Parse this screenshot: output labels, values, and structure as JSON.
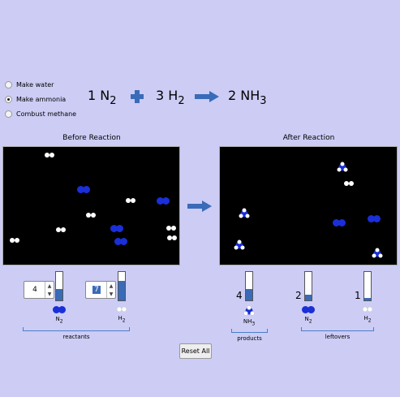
{
  "reactions": [
    {
      "label": "Make water",
      "checked": false
    },
    {
      "label": "Make ammonia",
      "checked": true
    },
    {
      "label": "Combust methane",
      "checked": false
    }
  ],
  "equation": {
    "coef1": "1",
    "mol1": "N",
    "sub1": "2",
    "plus": "+",
    "coef2": "3",
    "mol2": "H",
    "sub2": "2",
    "coef3": "2",
    "mol3": "NH",
    "sub3": "3"
  },
  "before": {
    "title": "Before Reaction",
    "n2_count": "4",
    "h2_count": "7",
    "n2_label": "N",
    "n2_sub": "2",
    "h2_label": "H",
    "h2_sub": "2",
    "bracket_label": "reactants"
  },
  "after": {
    "title": "After Reaction",
    "nh3_count": "4",
    "n2_count": "2",
    "h2_count": "1",
    "nh3_label": "NH",
    "nh3_sub": "3",
    "n2_label": "N",
    "n2_sub": "2",
    "h2_label": "H",
    "h2_sub": "2",
    "products_label": "products",
    "leftovers_label": "leftovers"
  },
  "levels": {
    "before_n2": 0.4,
    "before_h2": 0.7,
    "after_nh3": 0.4,
    "after_n2": 0.2,
    "after_h2": 0.1
  },
  "reset_label": "Reset All",
  "colors": {
    "background": "#ccccf5",
    "bar_fill": "#3a6bb8",
    "nitrogen": "#1a2fd8",
    "hydrogen": "#ffffff",
    "box": "#000000"
  }
}
